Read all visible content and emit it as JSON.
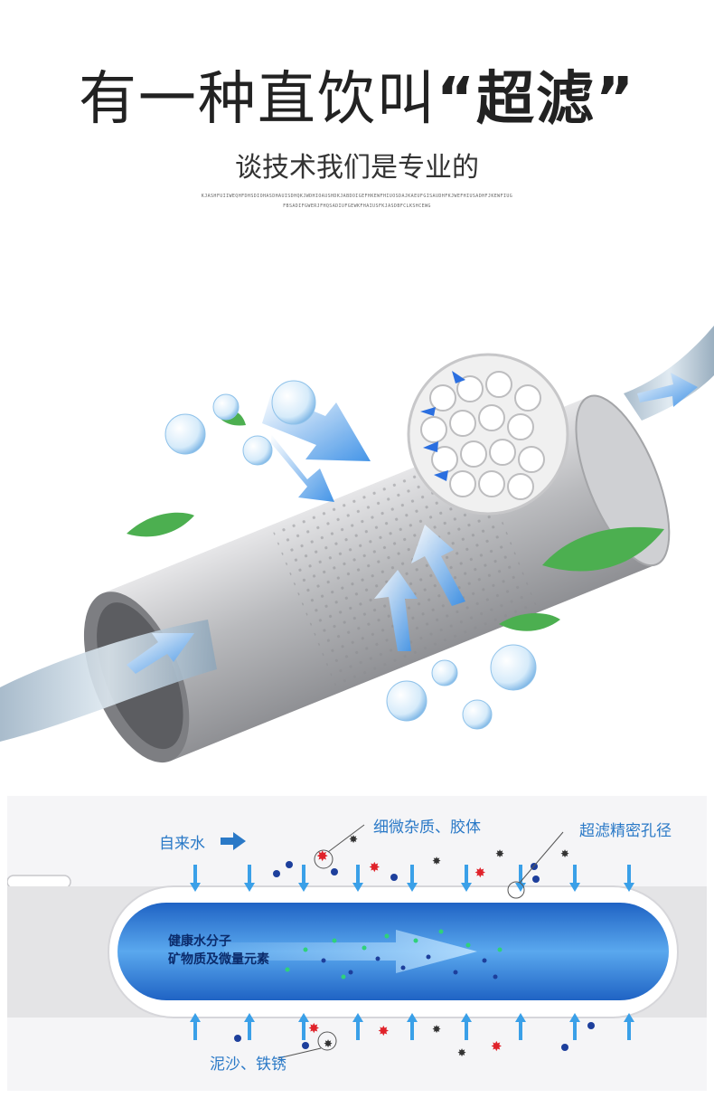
{
  "header": {
    "title_main": "有一种直饮叫",
    "title_quote": "“超滤”",
    "subtitle": "谈技术我们是专业的",
    "fine_print_1": "KJASHFUIIWEQHFDHSDIOHASDHAUISDHQKJWDHIOAUSHDKJABDOIGEFHKEWFHIUOSDAJKAEUFGISAUDHFKJWEFHIUSADHFJKEWFIUG",
    "fine_print_2": "FBSADIFGWERJFHQSADIUFGEWKFHAIUSFKJASDBFCLKSHCEWG"
  },
  "diagram": {
    "inflow_label": "自来水",
    "impurities_label": "细微杂质、胶体",
    "pore_label": "超滤精密孔径",
    "healthy_line1": "健康水分子",
    "healthy_line2": "矿物质及微量元素",
    "sediment_label": "泥沙、铁锈"
  },
  "colors": {
    "accent_blue": "#2a79c7",
    "tube_blue": "#3e8fe0",
    "impurity_red": "#e0222a",
    "arrow_blue": "#3aa0e8"
  }
}
